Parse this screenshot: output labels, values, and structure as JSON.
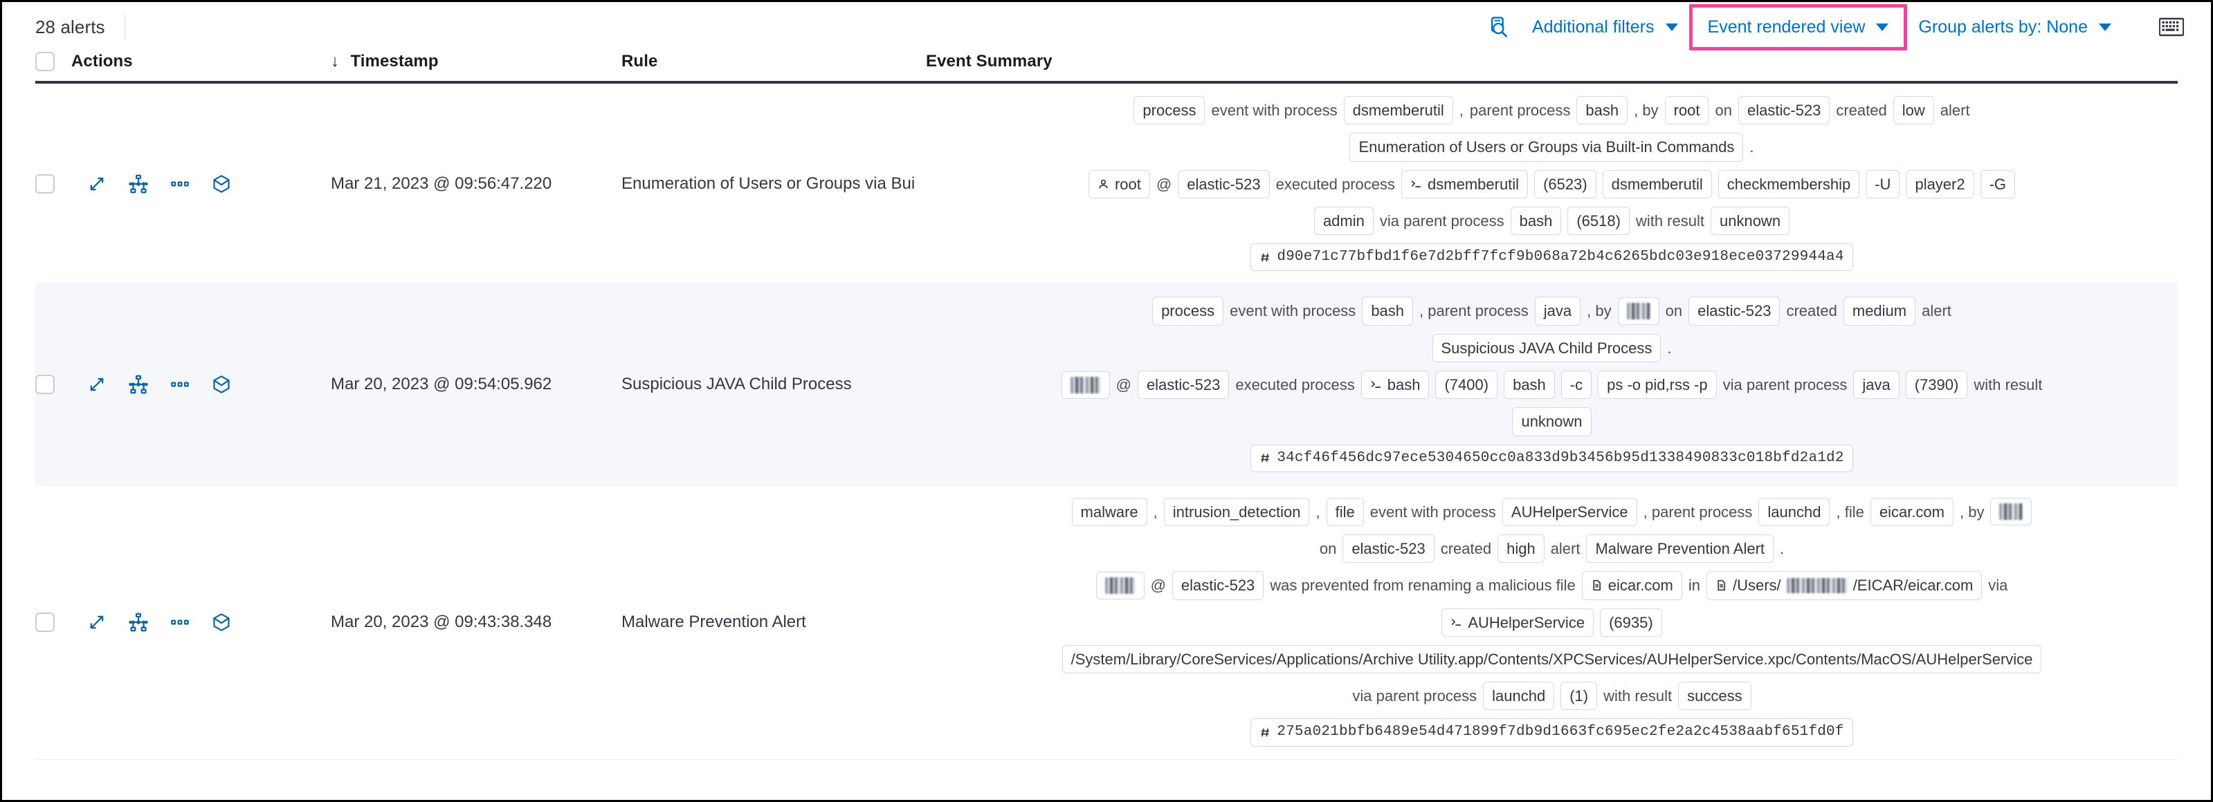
{
  "toolbar": {
    "alerts_count": "28 alerts",
    "search_icon": "inspect-search-icon",
    "additional_filters": "Additional filters",
    "event_rendered_view": "Event rendered view",
    "group_alerts_by": "Group alerts by: None",
    "keyboard_icon": "keyboard-shortcuts-icon",
    "link_color": "#0071c2",
    "highlight_color": "#ec4899"
  },
  "columns": {
    "actions": "Actions",
    "timestamp": "Timestamp",
    "timestamp_sort": "↓",
    "rule": "Rule",
    "event_summary": "Event Summary"
  },
  "row_actions": [
    {
      "name": "expand-alert-details-icon",
      "label": "Expand"
    },
    {
      "name": "analyze-event-icon",
      "label": "Analyze event"
    },
    {
      "name": "more-actions-icon",
      "label": "More actions"
    },
    {
      "name": "session-view-icon",
      "label": "Open session view"
    }
  ],
  "rows": [
    {
      "timestamp": "Mar 21, 2023 @ 09:56:47.220",
      "rule": "Enumeration of Users or Groups via Bui",
      "striped": false,
      "summary_lines": [
        [
          {
            "t": "tok",
            "v": "process"
          },
          {
            "t": "txt",
            "v": "event with process"
          },
          {
            "t": "tok",
            "v": "dsmemberutil"
          },
          {
            "t": "txt",
            "v": ","
          },
          {
            "t": "txt",
            "v": "parent process"
          },
          {
            "t": "tok",
            "v": "bash"
          },
          {
            "t": "txt",
            "v": ", by"
          },
          {
            "t": "tok",
            "v": "root"
          },
          {
            "t": "txt",
            "v": "on"
          },
          {
            "t": "tok",
            "v": "elastic-523"
          },
          {
            "t": "txt",
            "v": "created"
          },
          {
            "t": "tok",
            "v": "low"
          },
          {
            "t": "txt",
            "v": "alert"
          }
        ],
        [
          {
            "t": "tok",
            "v": "Enumeration of Users or Groups via Built-in Commands"
          },
          {
            "t": "txt",
            "v": "."
          }
        ],
        [
          {
            "t": "tok",
            "v": "root",
            "icon": "user-icon"
          },
          {
            "t": "txt",
            "v": "@"
          },
          {
            "t": "tok",
            "v": "elastic-523"
          },
          {
            "t": "txt",
            "v": "executed process"
          },
          {
            "t": "tok",
            "v": "dsmemberutil",
            "icon": "console-icon"
          },
          {
            "t": "tok",
            "v": "(6523)"
          },
          {
            "t": "tok",
            "v": "dsmemberutil"
          },
          {
            "t": "tok",
            "v": "checkmembership"
          },
          {
            "t": "tok",
            "v": "-U"
          },
          {
            "t": "tok",
            "v": "player2"
          },
          {
            "t": "tok",
            "v": "-G"
          }
        ],
        [
          {
            "t": "tok",
            "v": "admin"
          },
          {
            "t": "txt",
            "v": "via parent process"
          },
          {
            "t": "tok",
            "v": "bash"
          },
          {
            "t": "tok",
            "v": "(6518)"
          },
          {
            "t": "txt",
            "v": "with result"
          },
          {
            "t": "tok",
            "v": "unknown"
          }
        ],
        [
          {
            "t": "tok",
            "v": "d90e71c77bfbd1f6e7d2bff7fcf9b068a72b4c6265bdc03e918ece03729944a4",
            "icon": "hash-icon",
            "mono": true
          }
        ]
      ]
    },
    {
      "timestamp": "Mar 20, 2023 @ 09:54:05.962",
      "rule": "Suspicious JAVA Child Process",
      "striped": true,
      "summary_lines": [
        [
          {
            "t": "tok",
            "v": "process"
          },
          {
            "t": "txt",
            "v": "event with process"
          },
          {
            "t": "tok",
            "v": "bash"
          },
          {
            "t": "txt",
            "v": ", parent process"
          },
          {
            "t": "tok",
            "v": "java"
          },
          {
            "t": "txt",
            "v": ", by"
          },
          {
            "t": "tok",
            "v": "",
            "redact": "sm"
          },
          {
            "t": "txt",
            "v": "on"
          },
          {
            "t": "tok",
            "v": "elastic-523"
          },
          {
            "t": "txt",
            "v": "created"
          },
          {
            "t": "tok",
            "v": "medium"
          },
          {
            "t": "txt",
            "v": "alert"
          }
        ],
        [
          {
            "t": "tok",
            "v": "Suspicious JAVA Child Process"
          },
          {
            "t": "txt",
            "v": "."
          }
        ],
        [
          {
            "t": "tok",
            "v": "",
            "redact": "md"
          },
          {
            "t": "txt",
            "v": "@"
          },
          {
            "t": "tok",
            "v": "elastic-523"
          },
          {
            "t": "txt",
            "v": "executed process"
          },
          {
            "t": "tok",
            "v": "bash",
            "icon": "console-icon"
          },
          {
            "t": "tok",
            "v": "(7400)"
          },
          {
            "t": "tok",
            "v": "bash"
          },
          {
            "t": "tok",
            "v": "-c"
          },
          {
            "t": "tok",
            "v": "ps -o pid,rss -p"
          },
          {
            "t": "txt",
            "v": "via parent process"
          },
          {
            "t": "tok",
            "v": "java"
          },
          {
            "t": "tok",
            "v": "(7390)"
          },
          {
            "t": "txt",
            "v": "with result"
          }
        ],
        [
          {
            "t": "tok",
            "v": "unknown"
          }
        ],
        [
          {
            "t": "tok",
            "v": "34cf46f456dc97ece5304650cc0a833d9b3456b95d1338490833c018bfd2a1d2",
            "icon": "hash-icon",
            "mono": true
          }
        ]
      ]
    },
    {
      "timestamp": "Mar 20, 2023 @ 09:43:38.348",
      "rule": "Malware Prevention Alert",
      "striped": false,
      "summary_lines": [
        [
          {
            "t": "tok",
            "v": "malware"
          },
          {
            "t": "txt",
            "v": ","
          },
          {
            "t": "tok",
            "v": "intrusion_detection"
          },
          {
            "t": "txt",
            "v": ","
          },
          {
            "t": "tok",
            "v": "file"
          },
          {
            "t": "txt",
            "v": "event with process"
          },
          {
            "t": "tok",
            "v": "AUHelperService"
          },
          {
            "t": "txt",
            "v": ", parent process"
          },
          {
            "t": "tok",
            "v": "launchd"
          },
          {
            "t": "txt",
            "v": ", file"
          },
          {
            "t": "tok",
            "v": "eicar.com"
          },
          {
            "t": "txt",
            "v": ", by"
          },
          {
            "t": "tok",
            "v": "",
            "redact": "sm"
          }
        ],
        [
          {
            "t": "txt",
            "v": "on"
          },
          {
            "t": "tok",
            "v": "elastic-523"
          },
          {
            "t": "txt",
            "v": "created"
          },
          {
            "t": "tok",
            "v": "high"
          },
          {
            "t": "txt",
            "v": "alert"
          },
          {
            "t": "tok",
            "v": "Malware Prevention Alert"
          },
          {
            "t": "txt",
            "v": "."
          }
        ],
        [
          {
            "t": "tok",
            "v": "",
            "redact": "md"
          },
          {
            "t": "txt",
            "v": "@"
          },
          {
            "t": "tok",
            "v": "elastic-523"
          },
          {
            "t": "txt",
            "v": "was prevented from renaming a malicious file"
          },
          {
            "t": "tok",
            "v": "eicar.com",
            "icon": "file-icon"
          },
          {
            "t": "txt",
            "v": "in"
          },
          {
            "t": "tok",
            "v": "/Users/",
            "icon": "file-icon",
            "redact_after": "/EICAR/eicar.com"
          },
          {
            "t": "txt",
            "v": "via"
          }
        ],
        [
          {
            "t": "tok",
            "v": "AUHelperService",
            "icon": "console-icon"
          },
          {
            "t": "tok",
            "v": "(6935)"
          }
        ],
        [
          {
            "t": "tok",
            "v": "/System/Library/CoreServices/Applications/Archive Utility.app/Contents/XPCServices/AUHelperService.xpc/Contents/MacOS/AUHelperService"
          }
        ],
        [
          {
            "t": "txt",
            "v": "via parent process"
          },
          {
            "t": "tok",
            "v": "launchd"
          },
          {
            "t": "tok",
            "v": "(1)"
          },
          {
            "t": "txt",
            "v": "with result"
          },
          {
            "t": "tok",
            "v": "success"
          }
        ],
        [
          {
            "t": "tok",
            "v": "275a021bbfb6489e54d471899f7db9d1663fc695ec2fe2a2c4538aabf651fd0f",
            "icon": "hash-icon",
            "mono": true
          }
        ]
      ]
    }
  ]
}
